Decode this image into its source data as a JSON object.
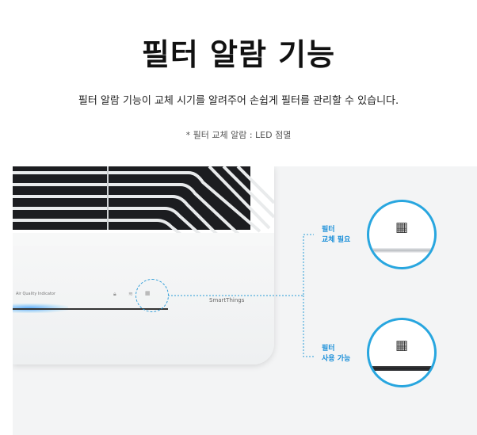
{
  "header": {
    "title": "필터 알람 기능",
    "description": "필터 알람 기능이 교체 시기를 알려주어 손쉽게 필터를 관리할 수 있습니다.",
    "note": "* 필터 교체 알람 : LED 점멸"
  },
  "device": {
    "indicator_label": "Air Quality Indicator",
    "brand_label": "SmartThings",
    "icons": [
      "lock-icon",
      "wifi-icon",
      "filter-icon"
    ]
  },
  "callouts": [
    {
      "line1": "필터",
      "line2": "교체 필요",
      "icon": "filter-grid-icon",
      "band_color": "#c8ccd0"
    },
    {
      "line1": "필터",
      "line2": "사용 가능",
      "icon": "filter-grid-icon",
      "band_color": "#2a2c30"
    }
  ],
  "colors": {
    "accent": "#28a6df",
    "led_glow": "#2896ff"
  }
}
